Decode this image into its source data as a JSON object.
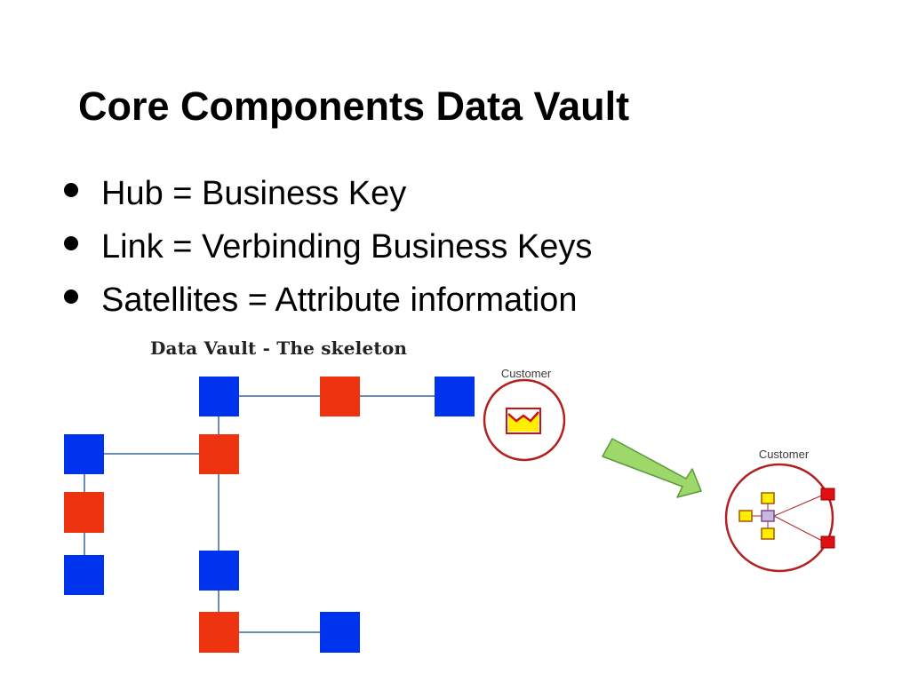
{
  "slide": {
    "title": "Core Components Data Vault",
    "bullets": [
      "Hub = Business Key",
      "Link = Verbinding Business Keys",
      "Satellites = Attribute information"
    ]
  },
  "diagram": {
    "skeleton_title": "Data Vault - The skeleton",
    "customer_label_1": "Customer",
    "customer_label_2": "Customer",
    "colors": {
      "hub": "#0033ee",
      "link": "#ee3311",
      "line": "#6b8cb8",
      "circle": "#b22020",
      "arrow_fill": "#9ed76a",
      "arrow_stroke": "#5a9a3a",
      "satellite": "#ffee00"
    }
  }
}
